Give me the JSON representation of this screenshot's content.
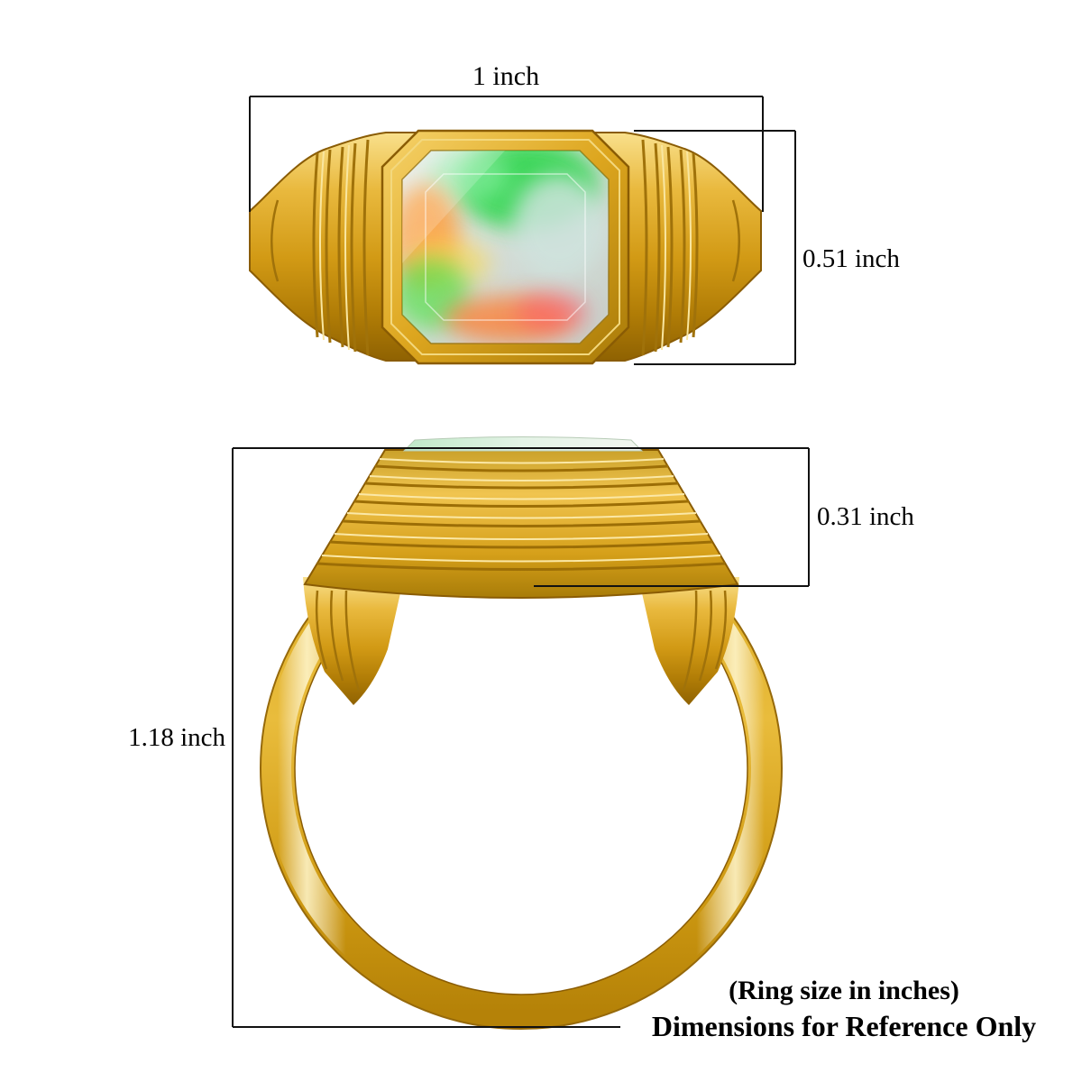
{
  "figure": {
    "top_view": {
      "width_label": "1 inch",
      "height_label": "0.51 inch"
    },
    "side_view": {
      "head_height_label": "0.31 inch",
      "total_height_label": "1.18 inch"
    },
    "footnotes": {
      "line1": "(Ring size in inches)",
      "line2": "Dimensions for Reference Only"
    },
    "colors": {
      "text": "#000000",
      "dimension_line": "#111111",
      "gold": "#d9a320",
      "gold_light": "#f8e08a",
      "gold_dark": "#8a5c04",
      "opal_base": "#d6dcd6",
      "opal_green": "#2ed64e",
      "opal_orange": "#ff8c2a",
      "background": "#ffffff"
    }
  }
}
